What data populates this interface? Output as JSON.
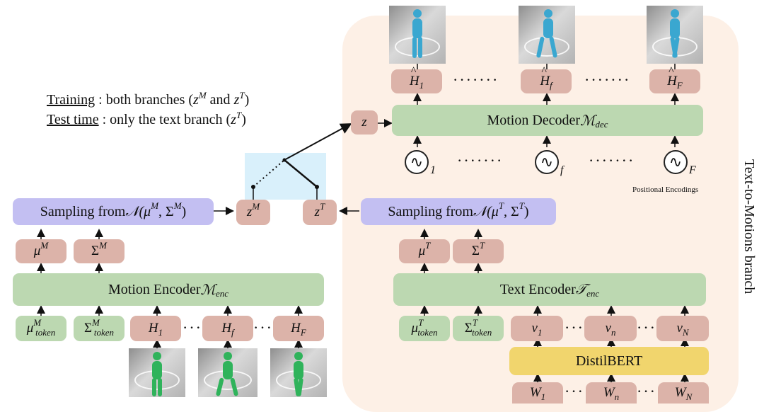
{
  "legend": {
    "training_label": "Training",
    "training_text": " : both branches (",
    "training_z1": "z",
    "training_z1_sup": "M",
    "training_and": " and ",
    "training_z2": "z",
    "training_z2_sup": "T",
    "training_close": ")",
    "test_label": "Test time",
    "test_text": " : only the text branch (",
    "test_z": "z",
    "test_z_sup": "T",
    "test_close": ")"
  },
  "right_branch_label": "Text-to-Motions branch",
  "decoder": {
    "label": "Motion Decoder ",
    "symbol": "ℳ",
    "symbol_sub": "dec",
    "z_label": "z",
    "outputs": [
      {
        "name": "H",
        "sub": "1"
      },
      {
        "name": "H",
        "sub": "f"
      },
      {
        "name": "H",
        "sub": "F"
      }
    ],
    "dots": "·······",
    "pe": [
      {
        "sub": "1"
      },
      {
        "sub": "f"
      },
      {
        "sub": "F"
      }
    ],
    "pe_glyph": "∿",
    "positional_encodings_label": "Positional Encodings"
  },
  "left": {
    "sampling_label": "Sampling from ",
    "sampling_math": "𝒩(μ",
    "sampling_sup1": "M",
    "sampling_mid": ", Σ",
    "sampling_sup2": "M",
    "sampling_close": ")",
    "zm": "z",
    "zm_sup": "M",
    "mu": "μ",
    "mu_sup": "M",
    "sigma": "Σ",
    "sigma_sup": "M",
    "encoder_label": "Motion Encoder ",
    "encoder_symbol": "ℳ",
    "encoder_sub": "enc",
    "tokens": [
      {
        "name": "μ",
        "sup": "M",
        "sub": "token"
      },
      {
        "name": "Σ",
        "sup": "M",
        "sub": "token"
      }
    ],
    "inputs": [
      {
        "name": "H",
        "sub": "1"
      },
      {
        "name": "H",
        "sub": "f"
      },
      {
        "name": "H",
        "sub": "F"
      }
    ],
    "dots": "···"
  },
  "right": {
    "sampling_label": "Sampling from ",
    "sampling_math": "𝒩(μ",
    "sampling_sup1": "T",
    "sampling_mid": ", Σ",
    "sampling_sup2": "T",
    "sampling_close": ")",
    "zt": "z",
    "zt_sup": "T",
    "mu": "μ",
    "mu_sup": "T",
    "sigma": "Σ",
    "sigma_sup": "T",
    "encoder_label": "Text Encoder ",
    "encoder_symbol": "𝒯",
    "encoder_sub": "enc",
    "tokens": [
      {
        "name": "μ",
        "sup": "T",
        "sub": "token"
      },
      {
        "name": "Σ",
        "sup": "T",
        "sub": "token"
      }
    ],
    "inputs": [
      {
        "name": "v",
        "sub": "1"
      },
      {
        "name": "v",
        "sub": "n"
      },
      {
        "name": "v",
        "sub": "N"
      }
    ],
    "dots": "···",
    "bert_label": "DistilBERT",
    "words": [
      {
        "name": "W",
        "sub": "1"
      },
      {
        "name": "W",
        "sub": "n"
      },
      {
        "name": "W",
        "sub": "N"
      }
    ]
  },
  "colors": {
    "pink": "#dcb3a9",
    "green": "#bcd8b1",
    "purple": "#c3bff2",
    "yellow": "#f1d56d",
    "region": "#fdf0e6",
    "selector": "#d9f0fb",
    "human_blue": "#3aa7d0",
    "human_green": "#2fb35b"
  },
  "icons": {
    "positional_encoding": "sine-wave-icon",
    "human_output": "human-figure-icon",
    "human_input": "human-figure-icon"
  }
}
